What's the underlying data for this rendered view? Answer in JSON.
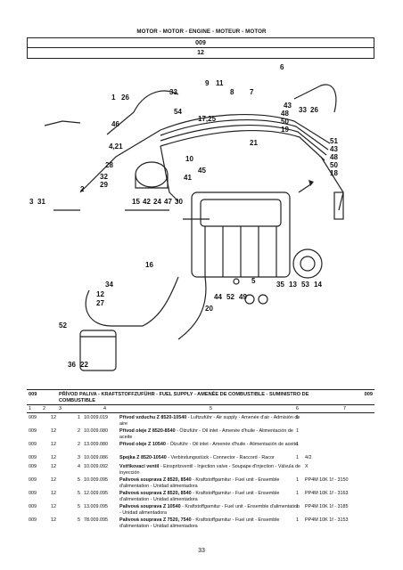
{
  "header": {
    "title": "MOTOR - MOTOR - ENGINE - MOTEUR - MOTOR",
    "group": "009",
    "subgroup": "12"
  },
  "diagram_labels": [
    "6",
    "1",
    "26",
    "33",
    "9",
    "11",
    "8",
    "7",
    "43",
    "48",
    "33",
    "26",
    "54",
    "17,25",
    "50",
    "19",
    "46",
    "51",
    "43",
    "48",
    "50",
    "18",
    "21",
    "4,21",
    "28",
    "10",
    "45",
    "32",
    "29",
    "41",
    "2",
    "3",
    "31",
    "15",
    "42",
    "24",
    "47",
    "30",
    "16",
    "34",
    "12",
    "27",
    "5",
    "35",
    "13",
    "53",
    "14",
    "44",
    "52",
    "49",
    "20",
    "52",
    "36",
    "22"
  ],
  "section": {
    "code": "009",
    "title": "PŘÍVOD PALIVA - KRAFTSTOFFZUFÜHR - FUEL SUPPLY - AMENÉE DE COMBUSTIBLE - SUMINISTRO DE COMBUSTIBLE",
    "code_right": "009"
  },
  "columns": [
    "1",
    "2",
    "3",
    "4",
    "5",
    "6",
    "7"
  ],
  "rows": [
    {
      "g": "009",
      "sg": "12",
      "pos": "1",
      "part": "10.009.019",
      "bold": "Přívod vzduchu Z 8520-10540",
      "desc": " - Luftzuführ - Air supply - Amenée d'air - Admisión de aire",
      "qty": "1",
      "note": ""
    },
    {
      "g": "009",
      "sg": "12",
      "pos": "2",
      "part": "10.009.080",
      "bold": "Přívod oleje Z 8520-8540",
      "desc": " - Ölzuführ - Oil inlet - Amenée d'huile - Alimentación de aceite",
      "qty": "1",
      "note": ""
    },
    {
      "g": "009",
      "sg": "12",
      "pos": "2",
      "part": "13.009.080",
      "bold": "Přívod oleje Z 10540",
      "desc": " - Ölzuführ - Oil inlet - Amenée d'huile - Alimentación de aceite",
      "qty": "1",
      "note": ""
    },
    {
      "g": "009",
      "sg": "12",
      "pos": "3",
      "part": "10.009.086",
      "bold": "Spojka Z 8520-10540",
      "desc": " - Verbindungsstück - Connector - Raccord - Racor",
      "qty": "1",
      "note": "4/2"
    },
    {
      "g": "009",
      "sg": "12",
      "pos": "4",
      "part": "10.009.092",
      "bold": "Vstřikovací ventil",
      "desc": " - Einspritzventil - Injection valve - Soupape d'injection - Válvula de inyección",
      "qty": "",
      "note": "X"
    },
    {
      "g": "009",
      "sg": "12",
      "pos": "5",
      "part": "10.009.095",
      "bold": "Palivová souprava Z 8520, 8540",
      "desc": " - Kraftstoffgarnitur - Fuel unit - Ensemble d'alimentation - Unidad alimentadora",
      "qty": "1",
      "note": "PP4M 10K 1f - 3150"
    },
    {
      "g": "009",
      "sg": "12",
      "pos": "5",
      "part": "12.009.095",
      "bold": "Palivová souprava Z 8520, 8540",
      "desc": " - Kraftstoffgarnitur - Fuel unit - Ensemble d'alimentation - Unidad alimentadora",
      "qty": "1",
      "note": "PP4M 10K 1f - 3163"
    },
    {
      "g": "009",
      "sg": "12",
      "pos": "5",
      "part": "13.009.095",
      "bold": "Palivová souprava Z 10540",
      "desc": " - Kraftstoffgarnitur - Fuel unit - Ensemble d'alimentation - Unidad alimentadora",
      "qty": "1",
      "note": "PP4M 10K 1f - 3185"
    },
    {
      "g": "009",
      "sg": "12",
      "pos": "5",
      "part": "78.009.095",
      "bold": "Palivová souprava Z 7520, 7540",
      "desc": " - Kraftstoffgarnitur - Fuel unit - Ensemble d'alimentation - Unidad alimentadora",
      "qty": "1",
      "note": "PP4M 10K 1f - 3153"
    }
  ],
  "page_number": "33"
}
